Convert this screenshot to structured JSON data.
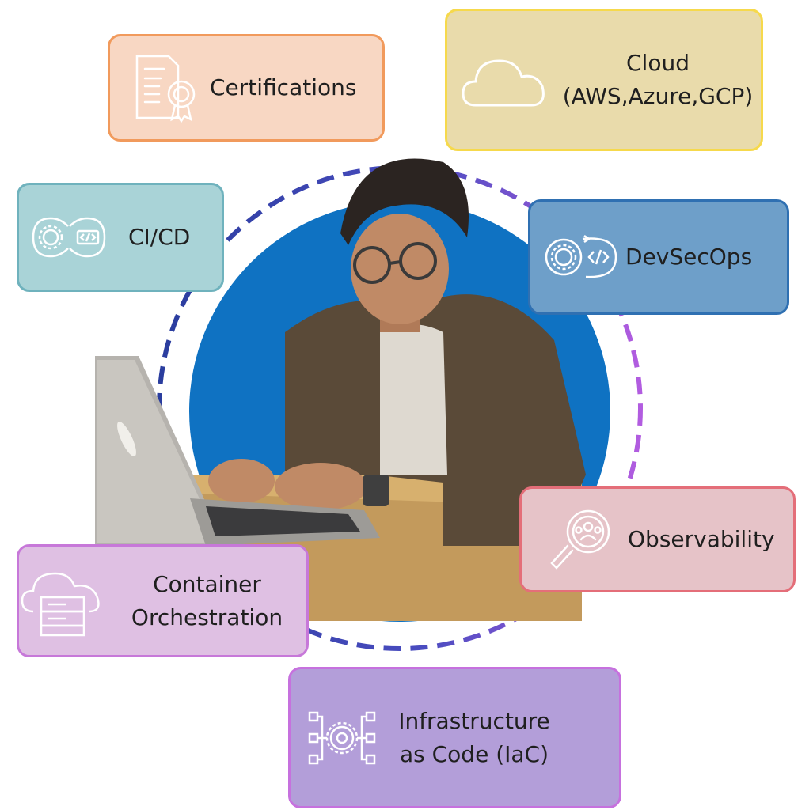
{
  "cards": {
    "certifications": {
      "label": "Certifications",
      "icon": "certificate-icon"
    },
    "cloud": {
      "line1": "Cloud",
      "line2": "(AWS,Azure,GCP)",
      "icon": "cloud-icon"
    },
    "cicd": {
      "label": "CI/CD",
      "icon": "gear-code-loop-icon"
    },
    "devsecops": {
      "label": "DevSecOps",
      "icon": "gear-code-cycle-icon"
    },
    "observability": {
      "label": "Observability",
      "icon": "magnifier-people-icon"
    },
    "container": {
      "line1": "Container",
      "line2": "Orchestration",
      "icon": "cloud-server-icon"
    },
    "iac": {
      "line1": "Infrastructure",
      "line2": "as Code (IaC)",
      "icon": "gear-network-icon"
    }
  },
  "colors": {
    "center_circle": "#0f72c2",
    "ring_dash_blue": "#2a3d9e",
    "ring_dash_purple": "#b25ce0"
  }
}
